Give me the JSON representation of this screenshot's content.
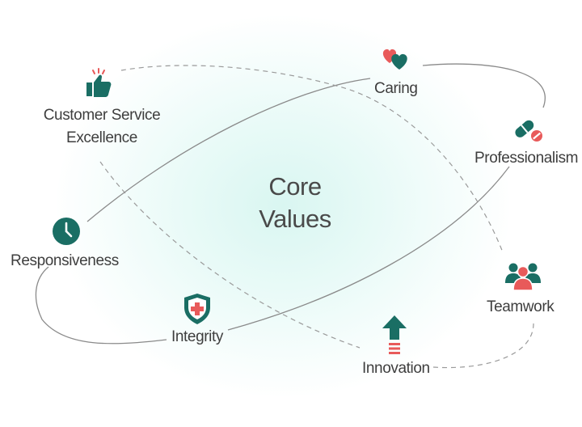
{
  "center": {
    "line1": "Core",
    "line2": "Values"
  },
  "values": [
    {
      "label": "Caring",
      "icon": "hearts-icon"
    },
    {
      "label": "Professionalism",
      "icon": "pill-icon"
    },
    {
      "label": "Teamwork",
      "icon": "team-icon"
    },
    {
      "label": "Innovation",
      "icon": "up-arrow-icon"
    },
    {
      "label": "Integrity",
      "icon": "shield-cross-icon"
    },
    {
      "label": "Responsiveness",
      "icon": "clock-icon"
    },
    {
      "label_line1": "Customer Service",
      "label_line2": "Excellence",
      "icon": "thumbs-up-icon"
    }
  ],
  "colors": {
    "teal": "#1a6e64",
    "red": "#e85a5a",
    "line": "#8a8a8a",
    "glow": "#d9f6f1"
  }
}
